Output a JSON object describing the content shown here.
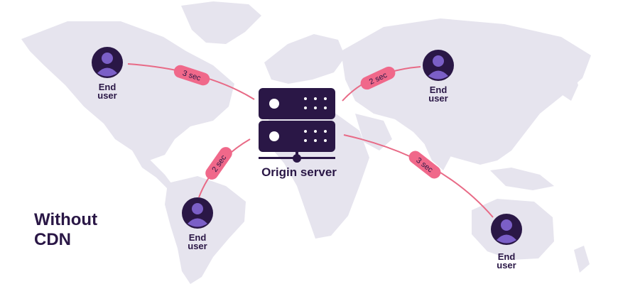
{
  "headline": {
    "line1": "Without",
    "line2": "CDN"
  },
  "server": {
    "label": "Origin server"
  },
  "users": [
    {
      "label": "End\nuser"
    },
    {
      "label": "End\nuser"
    },
    {
      "label": "End\nuser"
    },
    {
      "label": "End\nuser"
    }
  ],
  "latencies": [
    {
      "label": "3 sec"
    },
    {
      "label": "2 sec"
    },
    {
      "label": "2 sec"
    },
    {
      "label": "3 sec"
    }
  ],
  "colors": {
    "dark": "#2a1746",
    "accent": "#7b5fc7",
    "line": "#e86a86",
    "badge": "#f0688a",
    "map": "#e6e4ee"
  }
}
